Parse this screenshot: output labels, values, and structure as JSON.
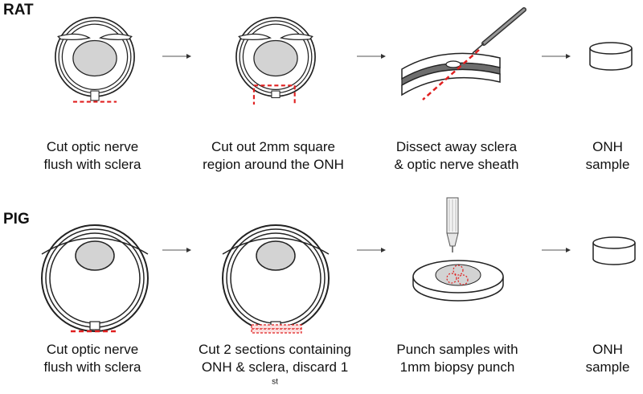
{
  "rat": {
    "label": "RAT",
    "steps": [
      {
        "line1": "Cut optic nerve",
        "line2": "flush with sclera"
      },
      {
        "line1": "Cut out 2mm square",
        "line2": "region around the ONH"
      },
      {
        "line1": "Dissect away sclera",
        "line2": "& optic nerve sheath"
      },
      {
        "line1": "ONH",
        "line2": "sample"
      }
    ]
  },
  "pig": {
    "label": "PIG",
    "steps": [
      {
        "line1": "Cut optic nerve",
        "line2": "flush with sclera"
      },
      {
        "line1": "Cut 2 sections containing",
        "line2": "ONH & sclera, discard 1",
        "line2_sup": "st"
      },
      {
        "line1": "Punch samples with",
        "line2": "1mm biopsy punch"
      },
      {
        "line1": "ONH",
        "line2": "sample"
      }
    ]
  },
  "colors": {
    "cut_line": "#e02020",
    "outline": "#222222",
    "lens": "#d3d3d3",
    "sclera_band": "#6e6e6e"
  }
}
